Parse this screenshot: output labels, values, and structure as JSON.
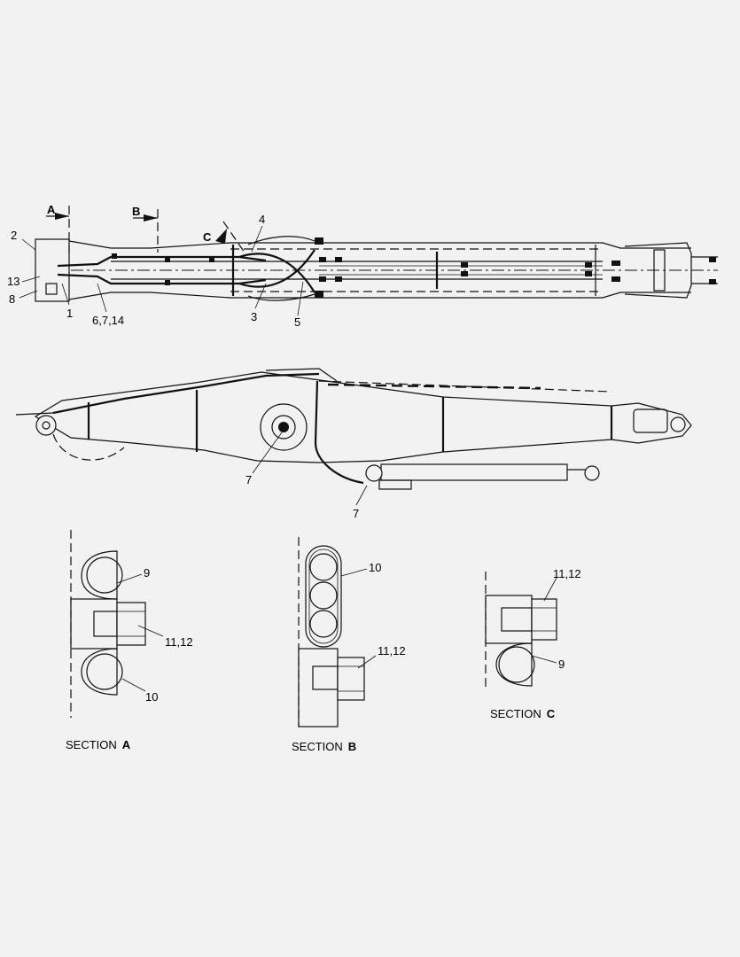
{
  "callouts": {
    "c1": "1",
    "c2": "2",
    "c3": "3",
    "c4": "4",
    "c5": "5",
    "c8": "8",
    "c13": "13",
    "c6_7_14": "6,7,14",
    "c7a": "7",
    "c7b": "7"
  },
  "section_markers": {
    "a": "A",
    "b": "B",
    "c": "C"
  },
  "section_a": {
    "prefix": "SECTION",
    "letter": "A",
    "callout_9": "9",
    "callout_11_12": "11,12",
    "callout_10": "10"
  },
  "section_b": {
    "prefix": "SECTION",
    "letter": "B",
    "callout_10": "10",
    "callout_11_12": "11,12"
  },
  "section_c": {
    "prefix": "SECTION",
    "letter": "C",
    "callout_11_12": "11,12",
    "callout_9": "9"
  }
}
